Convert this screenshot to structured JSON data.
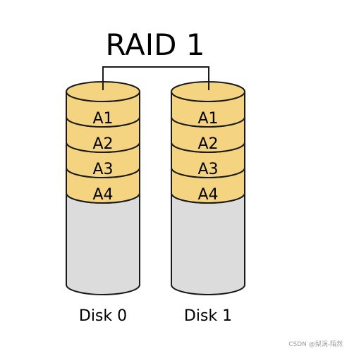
{
  "title": "RAID 1",
  "colors": {
    "block_fill": "#f5d481",
    "empty_fill": "#dcdcdc",
    "stroke": "#1a1a1a",
    "background": "#ffffff"
  },
  "disks": [
    {
      "label": "Disk 0",
      "blocks": [
        "A1",
        "A2",
        "A3",
        "A4"
      ]
    },
    {
      "label": "Disk 1",
      "blocks": [
        "A1",
        "A2",
        "A3",
        "A4"
      ]
    }
  ],
  "watermark": "CSDN @梨涡-陌然"
}
